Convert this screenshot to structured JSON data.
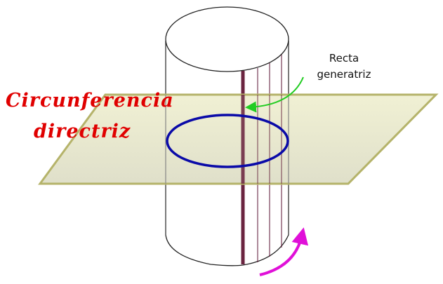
{
  "labels": {
    "directrix_line1": "Circunferencia",
    "directrix_line2": "directriz",
    "generatrix_line1": "Recta",
    "generatrix_line2": "generatriz"
  },
  "colors": {
    "plane_fill": "#e6e5c8",
    "plane_edge": "#b5b36a",
    "directrix": "#0a0aa8",
    "generatrix": "#6b2440",
    "arrow_green": "#22cc22",
    "arrow_rotation": "#e010d8",
    "label_red": "#e00000"
  }
}
